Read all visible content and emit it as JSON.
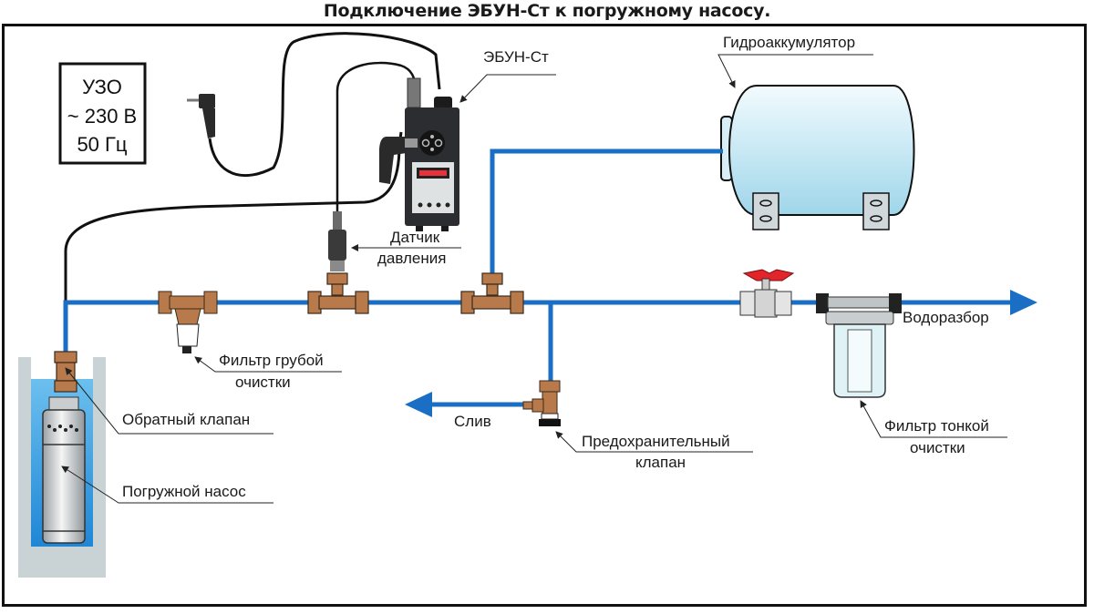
{
  "title": "Подключение ЭБУН-Ст к погружному насосу.",
  "power_box": {
    "line1": "УЗО",
    "line2": "~ 230 В",
    "line3": "50 Гц"
  },
  "labels": {
    "controller": "ЭБУН-Ст",
    "accumulator": "Гидроаккумулятор",
    "pressure_sensor_1": "Датчик",
    "pressure_sensor_2": "давления",
    "coarse_filter_1": "Фильтр грубой",
    "coarse_filter_2": "очистки",
    "check_valve": "Обратный клапан",
    "submersible_pump": "Погружной насос",
    "drain": "Слив",
    "safety_valve_1": "Предохранительный",
    "safety_valve_2": "клапан",
    "water_outlet": "Водоразбор",
    "fine_filter_1": "Фильтр тонкой",
    "fine_filter_2": "очистки"
  },
  "colors": {
    "pipe": "#1a6fc4",
    "brass": "#b87a4b",
    "water": "#3aa0e0",
    "well": "#c9d3d6",
    "tank": "#bfe6f2",
    "valve_handle": "#e2242b",
    "controller_body": "#2b2d30"
  }
}
